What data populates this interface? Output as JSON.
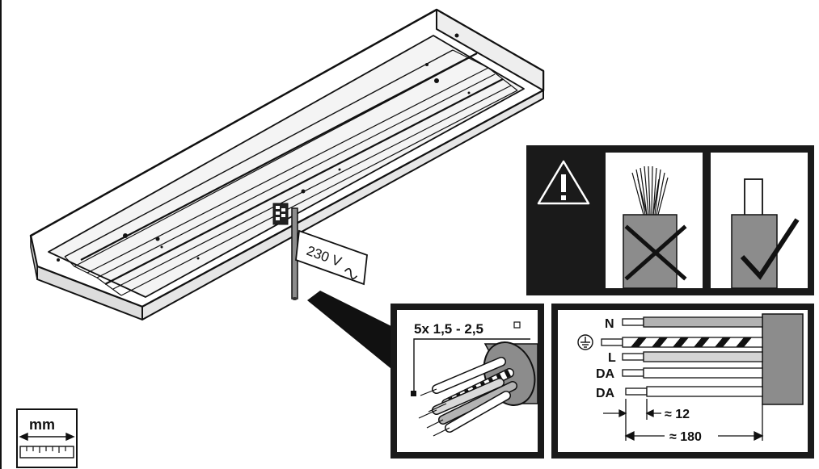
{
  "figure": {
    "voltage_label": "230 V",
    "cable_spec": "5x 1,5 - 2,5",
    "unit_label": "mm",
    "wires": [
      {
        "label": "N",
        "style": "grey"
      },
      {
        "label": "",
        "style": "striped",
        "icon": "ground-icon"
      },
      {
        "label": "L",
        "style": "lightgrey"
      },
      {
        "label": "DA",
        "style": "white"
      },
      {
        "label": "DA",
        "style": "white"
      }
    ],
    "strip_length": "≈ 12",
    "total_length": "≈ 180"
  },
  "warning": {
    "icon": "warning-triangle-icon",
    "wrong_icon": "cross-icon",
    "right_icon": "check-icon"
  },
  "colors": {
    "ink": "#111111",
    "sheath": "#8c8c8c",
    "panel": "#1a1a1a",
    "wire_grey": "#b3b3b3"
  }
}
